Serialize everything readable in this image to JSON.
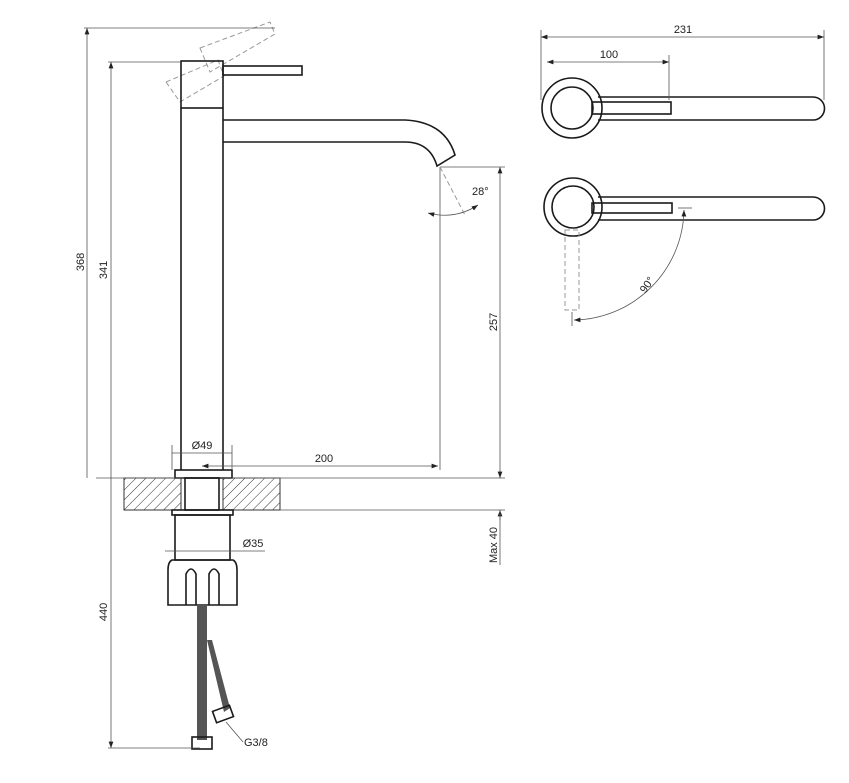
{
  "title": "Tall basin mixer technical drawing",
  "dimensions": {
    "total_height": "368",
    "body_height": "341",
    "spout_height": "257",
    "below_counter": "440",
    "counter_thickness": "Max 40",
    "body_diameter": "Ø49",
    "spout_reach": "200",
    "shank_diameter": "Ø35",
    "hose_thread": "G3/8",
    "spout_angle": "28°",
    "top_length": "231",
    "top_handle_length": "100",
    "handle_rotation": "90°"
  },
  "colors": {
    "line": "#1a1a1a",
    "dim": "#555555",
    "hidden": "#999999"
  }
}
